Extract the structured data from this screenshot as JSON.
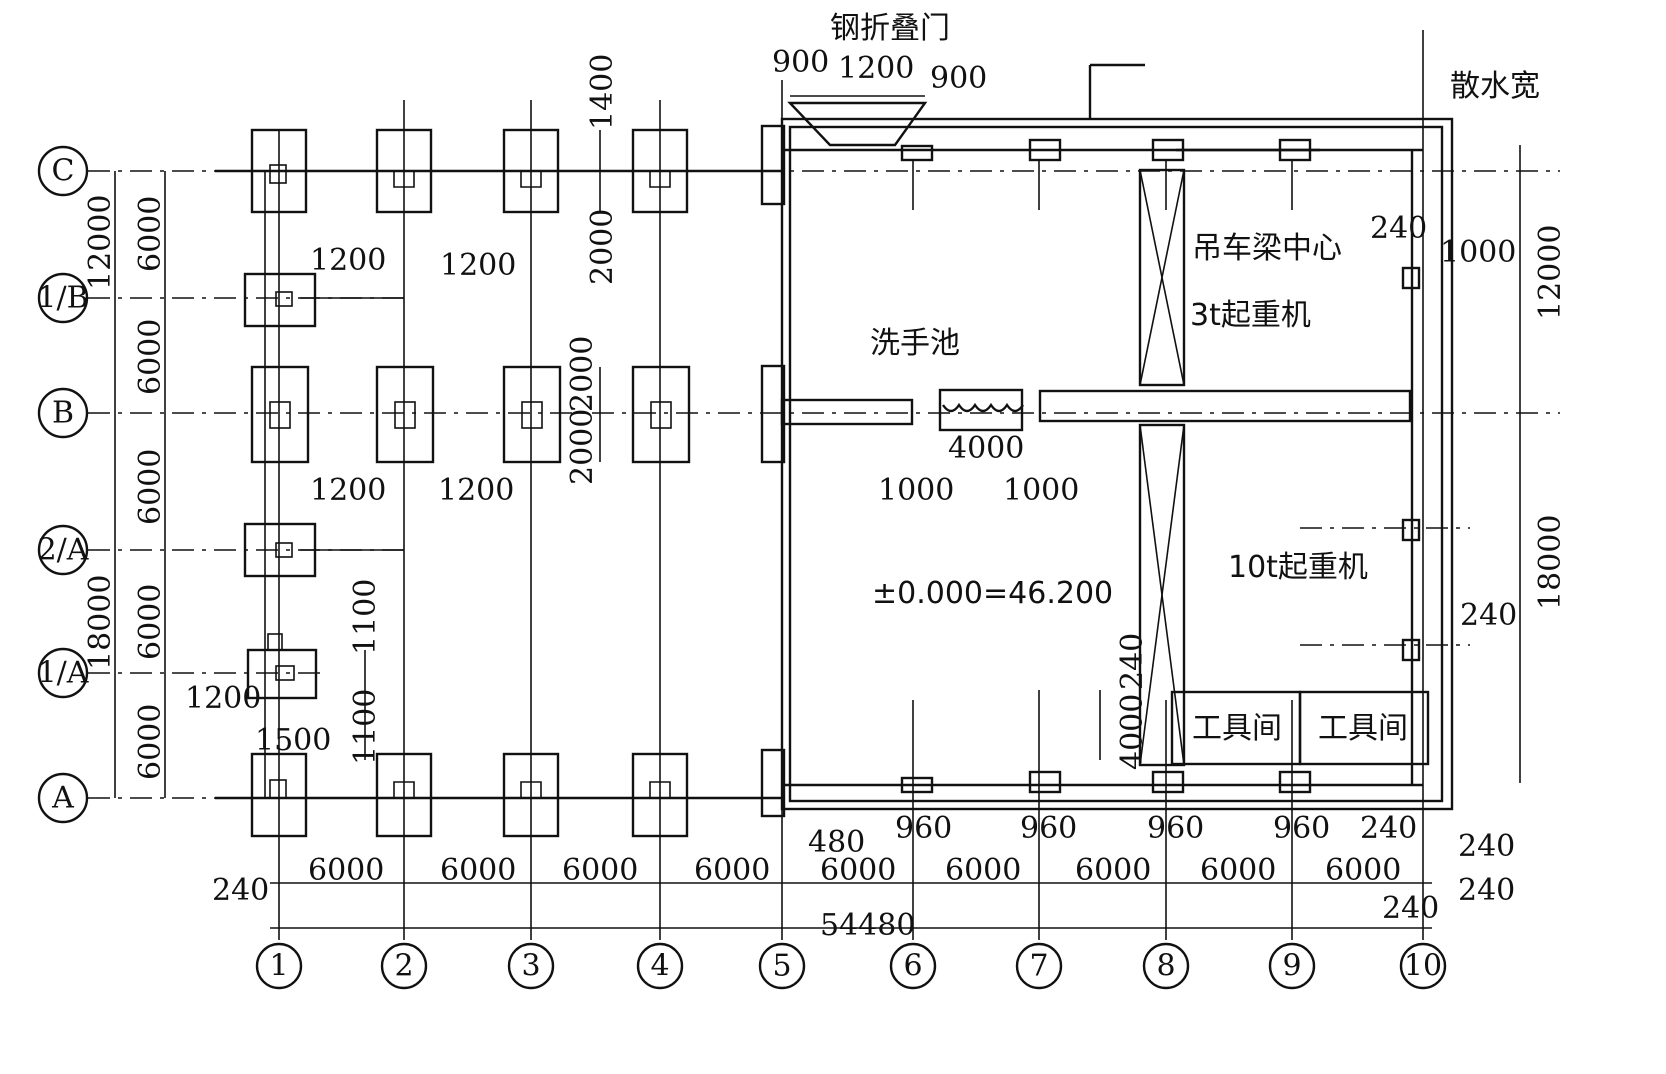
{
  "labels": {
    "folding_door": "钢折叠门",
    "apron_width": "散水宽",
    "crane_beam_center": "吊车梁中心",
    "crane_3t": "3t起重机",
    "wash_basin": "洗手池",
    "crane_10t": "10t起重机",
    "elevation": "±0.000=46.200",
    "tool_room_1": "工具间",
    "tool_room_2": "工具间"
  },
  "grid": {
    "column_axes": [
      "1",
      "2",
      "3",
      "4",
      "5",
      "6",
      "7",
      "8",
      "9",
      "10"
    ],
    "row_axes": [
      "C",
      "1/B",
      "B",
      "2/A",
      "1/A",
      "A"
    ]
  },
  "dimensions": {
    "door_900_left": "900",
    "door_1200": "1200",
    "door_900_right": "900",
    "v_1400": "1400",
    "v_2000_a": "2000",
    "v_2000_b": "2000",
    "v_2000_c": "2000",
    "h_1200_a": "1200",
    "h_1200_b": "1200",
    "h_1200_c": "1200",
    "h_1200_d": "1200",
    "h_1200_e": "1200",
    "h_1500": "1500",
    "v_1100_a": "1100",
    "v_1100_b": "1100",
    "basin_4000": "4000",
    "basin_1000_l": "1000",
    "basin_1000_r": "1000",
    "left_12000": "12000",
    "left_18000": "18000",
    "left_6000_1": "6000",
    "left_6000_2": "6000",
    "left_6000_3": "6000",
    "left_6000_4": "6000",
    "left_6000_5": "6000",
    "right_12000": "12000",
    "right_18000": "18000",
    "right_240_a": "240",
    "right_1000": "1000",
    "right_240_b": "240",
    "tool_240": "240",
    "tool_4000": "4000",
    "bottom_480": "480",
    "bottom_960_a": "960",
    "bottom_960_b": "960",
    "bottom_960_c": "960",
    "bottom_960_d": "960",
    "bottom_240_a": "240",
    "bottom_240_b": "240",
    "bottom_240_c": "240",
    "bottom_240_d": "240",
    "bottom_240_e": "240",
    "span_6000_1": "6000",
    "span_6000_2": "6000",
    "span_6000_3": "6000",
    "span_6000_4": "6000",
    "span_6000_5": "6000",
    "span_6000_6": "6000",
    "span_6000_7": "6000",
    "span_6000_8": "6000",
    "span_6000_9": "6000",
    "total": "54480"
  }
}
